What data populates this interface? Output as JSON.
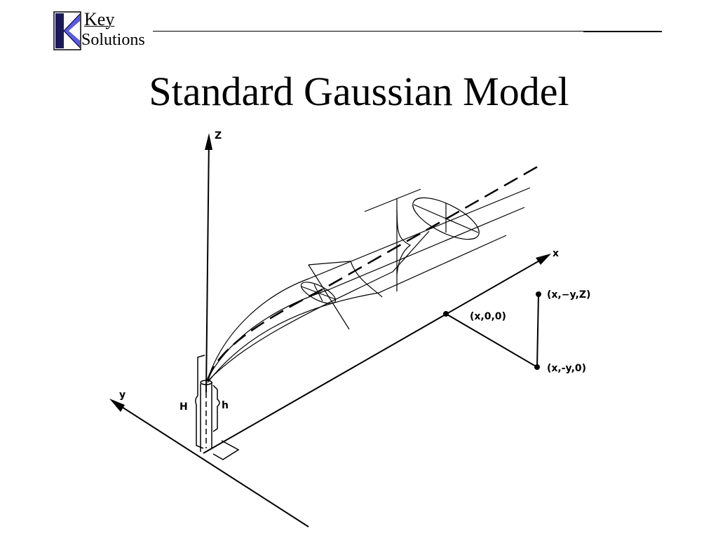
{
  "logo": {
    "line1": "Key",
    "line2": "Solutions",
    "colors": {
      "accent": "#5a5ae6",
      "dark": "#1a1a5a"
    }
  },
  "title": "Standard Gaussian Model",
  "diagram": {
    "axes": {
      "z": "Z",
      "x": "x",
      "y": "y"
    },
    "stack": {
      "total_height": "H",
      "stack_height": "h"
    },
    "points": {
      "receptor": "(x,−y,Z)",
      "ground_point": "(x,-y,0)",
      "centerline_point": "(x,0,0)"
    }
  }
}
